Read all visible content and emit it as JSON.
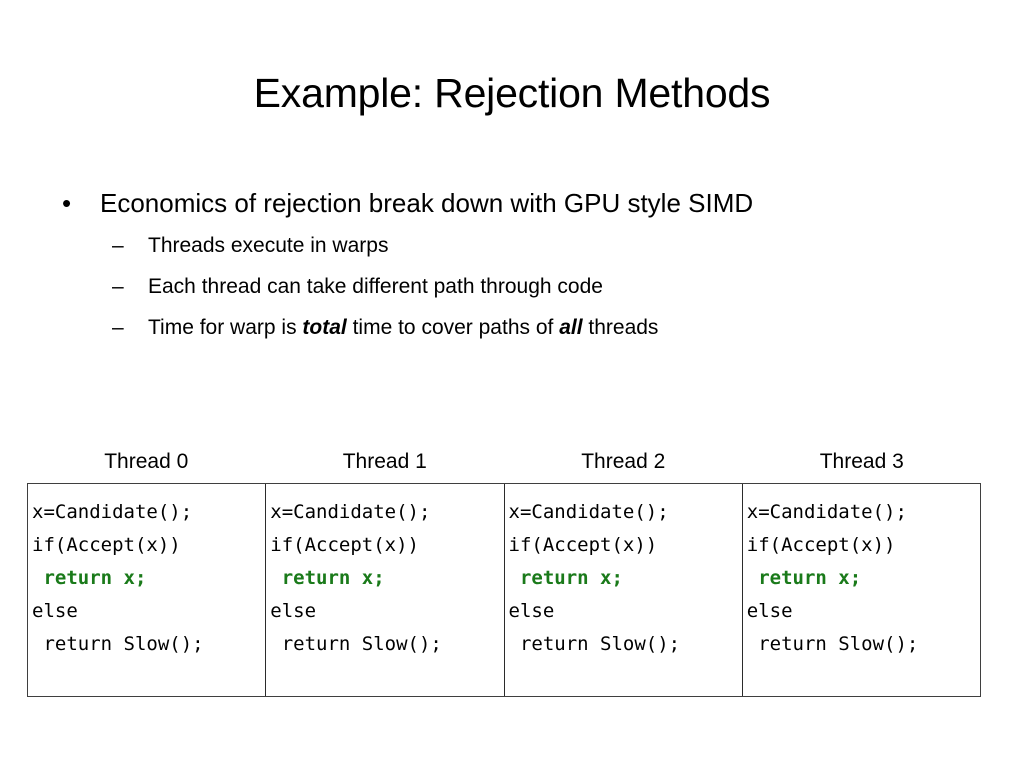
{
  "slide": {
    "title": "Example: Rejection Methods",
    "background_color": "#ffffff",
    "text_color": "#000000"
  },
  "body": {
    "bullets": [
      {
        "level": 1,
        "marker": "•",
        "text": "Economics of rejection break down with GPU style SIMD"
      },
      {
        "level": 2,
        "marker": "–",
        "text": "Threads execute in warps"
      },
      {
        "level": 2,
        "marker": "–",
        "text": "Each thread can take different path through code"
      },
      {
        "level": 2,
        "marker": "–",
        "text_parts": [
          {
            "text": "Time for warp is ",
            "style": "normal"
          },
          {
            "text": "total",
            "style": "bold-italic"
          },
          {
            "text": " time to cover paths of ",
            "style": "normal"
          },
          {
            "text": "all",
            "style": "bold-italic"
          },
          {
            "text": " threads",
            "style": "normal"
          }
        ]
      }
    ]
  },
  "diagram": {
    "column_headers": [
      "Thread 0",
      "Thread 1",
      "Thread 2",
      "Thread 3"
    ],
    "accent_color": "#1a7a1a",
    "border_color": "#3f3f3f",
    "columns": [
      {
        "header": "Thread 0",
        "lines": [
          {
            "text": "x=Candidate();",
            "accent": false
          },
          {
            "text": "if(Accept(x))",
            "accent": false
          },
          {
            "text": " return x;",
            "accent": true
          },
          {
            "text": "else",
            "accent": false
          },
          {
            "text": " return Slow();",
            "accent": false
          }
        ]
      },
      {
        "header": "Thread 1",
        "lines": [
          {
            "text": "x=Candidate();",
            "accent": false
          },
          {
            "text": "if(Accept(x))",
            "accent": false
          },
          {
            "text": " return x;",
            "accent": true
          },
          {
            "text": "else",
            "accent": false
          },
          {
            "text": " return Slow();",
            "accent": false
          }
        ]
      },
      {
        "header": "Thread 2",
        "lines": [
          {
            "text": "x=Candidate();",
            "accent": false
          },
          {
            "text": "if(Accept(x))",
            "accent": false
          },
          {
            "text": " return x;",
            "accent": true
          },
          {
            "text": "else",
            "accent": false
          },
          {
            "text": " return Slow();",
            "accent": false
          }
        ]
      },
      {
        "header": "Thread 3",
        "lines": [
          {
            "text": "x=Candidate();",
            "accent": false
          },
          {
            "text": "if(Accept(x))",
            "accent": false
          },
          {
            "text": " return x;",
            "accent": true
          },
          {
            "text": "else",
            "accent": false
          },
          {
            "text": " return Slow();",
            "accent": false
          }
        ]
      }
    ]
  }
}
